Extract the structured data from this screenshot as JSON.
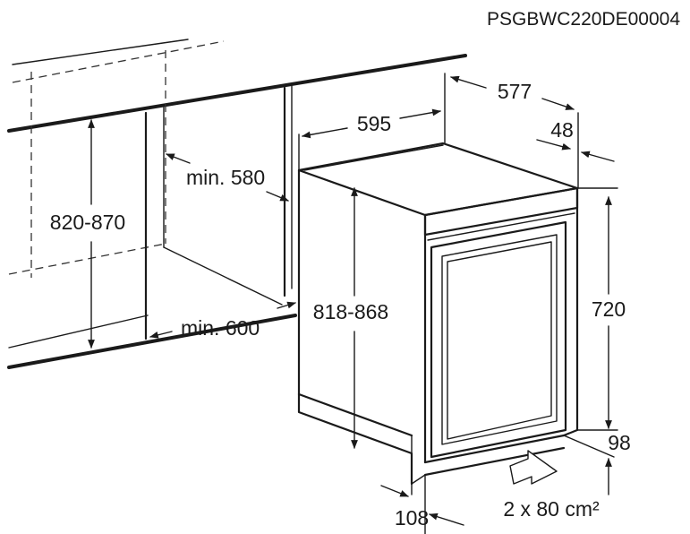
{
  "model_code": "PSGBWC220DE00004",
  "dimensions": {
    "depth": "577",
    "width": "595",
    "door_offset": "48",
    "niche_depth": "min. 580",
    "niche_height": "820-870",
    "niche_width": "min. 600",
    "appliance_height": "818-868",
    "body_height": "720",
    "plinth_height": "98",
    "plinth_setback": "108",
    "ventilation": "2 x 80 cm²"
  }
}
